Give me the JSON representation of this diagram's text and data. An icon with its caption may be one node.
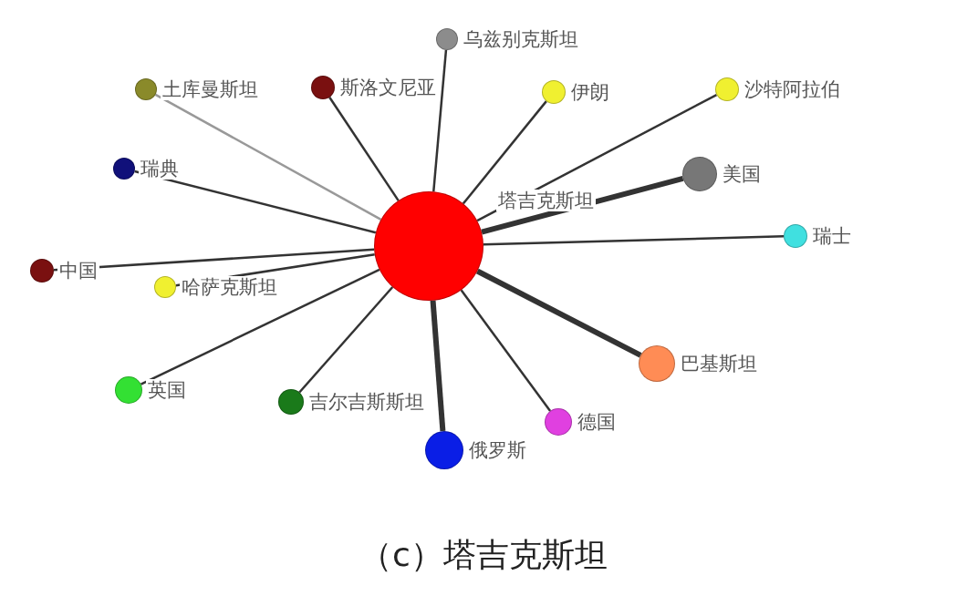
{
  "diagram": {
    "caption": "（c）塔吉克斯坦",
    "nodes": [
      {
        "text": [],
        "shape": "circle",
        "beside": [
          "塔吉克斯坦"
        ]
      },
      {
        "text": [],
        "shape": "circle",
        "beside": [
          "乌兹别克斯坦"
        ]
      },
      {
        "text": [],
        "shape": "circle",
        "beside": [
          "土库曼斯坦"
        ]
      },
      {
        "text": [],
        "shape": "circle",
        "beside": [
          "斯洛文尼亚"
        ]
      },
      {
        "text": [],
        "shape": "circle",
        "beside": [
          "伊朗"
        ]
      },
      {
        "text": [],
        "shape": "circle",
        "beside": [
          "沙特阿拉伯"
        ]
      },
      {
        "text": [],
        "shape": "circle",
        "beside": [
          "瑞典"
        ]
      },
      {
        "text": [],
        "shape": "circle",
        "beside": [
          "美国"
        ]
      },
      {
        "text": [],
        "shape": "circle",
        "beside": [
          "瑞士"
        ]
      },
      {
        "text": [],
        "shape": "circle",
        "beside": [
          "中国"
        ]
      },
      {
        "text": [],
        "shape": "circle",
        "beside": [
          "哈萨克斯坦"
        ]
      },
      {
        "text": [],
        "shape": "circle",
        "beside": [
          "英国"
        ]
      },
      {
        "text": [],
        "shape": "circle",
        "beside": [
          "吉尔吉斯斯坦"
        ]
      },
      {
        "text": [],
        "shape": "circle",
        "beside": [
          "巴基斯坦"
        ]
      },
      {
        "text": [],
        "shape": "circle",
        "beside": [
          "德国"
        ]
      },
      {
        "text": [],
        "shape": "circle",
        "beside": [
          "俄罗斯"
        ]
      }
    ],
    "edges": [
      {
        "from": 0,
        "to": 1,
        "arrow": "none"
      },
      {
        "from": 0,
        "to": 2,
        "arrow": "none",
        "color": "#999999"
      },
      {
        "from": 0,
        "to": 3,
        "arrow": "none"
      },
      {
        "from": 0,
        "to": 4,
        "arrow": "none"
      },
      {
        "from": 0,
        "to": 5,
        "arrow": "none"
      },
      {
        "from": 0,
        "to": 6,
        "arrow": "none"
      },
      {
        "from": 0,
        "to": 7,
        "arrow": "none",
        "style": "thick"
      },
      {
        "from": 0,
        "to": 8,
        "arrow": "none"
      },
      {
        "from": 0,
        "to": 9,
        "arrow": "none"
      },
      {
        "from": 0,
        "to": 10,
        "arrow": "none"
      },
      {
        "from": 0,
        "to": 11,
        "arrow": "none"
      },
      {
        "from": 0,
        "to": 12,
        "arrow": "none"
      },
      {
        "from": 0,
        "to": 13,
        "arrow": "none",
        "style": "thick"
      },
      {
        "from": 0,
        "to": 14,
        "arrow": "none"
      },
      {
        "from": 0,
        "to": 15,
        "arrow": "none",
        "style": "thick"
      }
    ]
  }
}
